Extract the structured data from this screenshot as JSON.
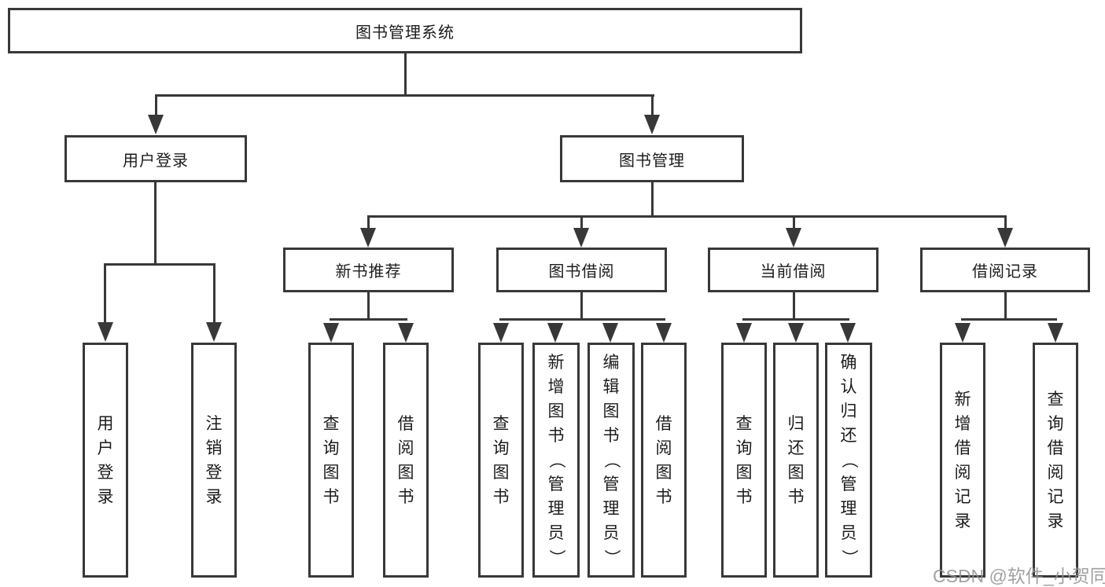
{
  "tree": {
    "label": "图书管理系统",
    "children": [
      {
        "label": "用户登录",
        "children": [
          {
            "label": "用户登录"
          },
          {
            "label": "注销登录"
          }
        ]
      },
      {
        "label": "图书管理",
        "children": [
          {
            "label": "新书推荐",
            "children": [
              {
                "label": "查询图书"
              },
              {
                "label": "借阅图书"
              }
            ]
          },
          {
            "label": "图书借阅",
            "children": [
              {
                "label": "查询图书"
              },
              {
                "label": "新增图书（管理员）"
              },
              {
                "label": "编辑图书（管理员）"
              },
              {
                "label": "借阅图书"
              }
            ]
          },
          {
            "label": "当前借阅",
            "children": [
              {
                "label": "查询图书"
              },
              {
                "label": "归还图书"
              },
              {
                "label": "确认归还（管理员）"
              }
            ]
          },
          {
            "label": "借阅记录",
            "children": [
              {
                "label": "新增借阅记录"
              },
              {
                "label": "查询借阅记录"
              }
            ]
          }
        ]
      }
    ]
  },
  "watermark": "CSDN @软件_小贺同学",
  "colors": {
    "line": "#383838",
    "text": "#1c1c1c",
    "watermark": "#919191",
    "background": "#ffffff"
  }
}
